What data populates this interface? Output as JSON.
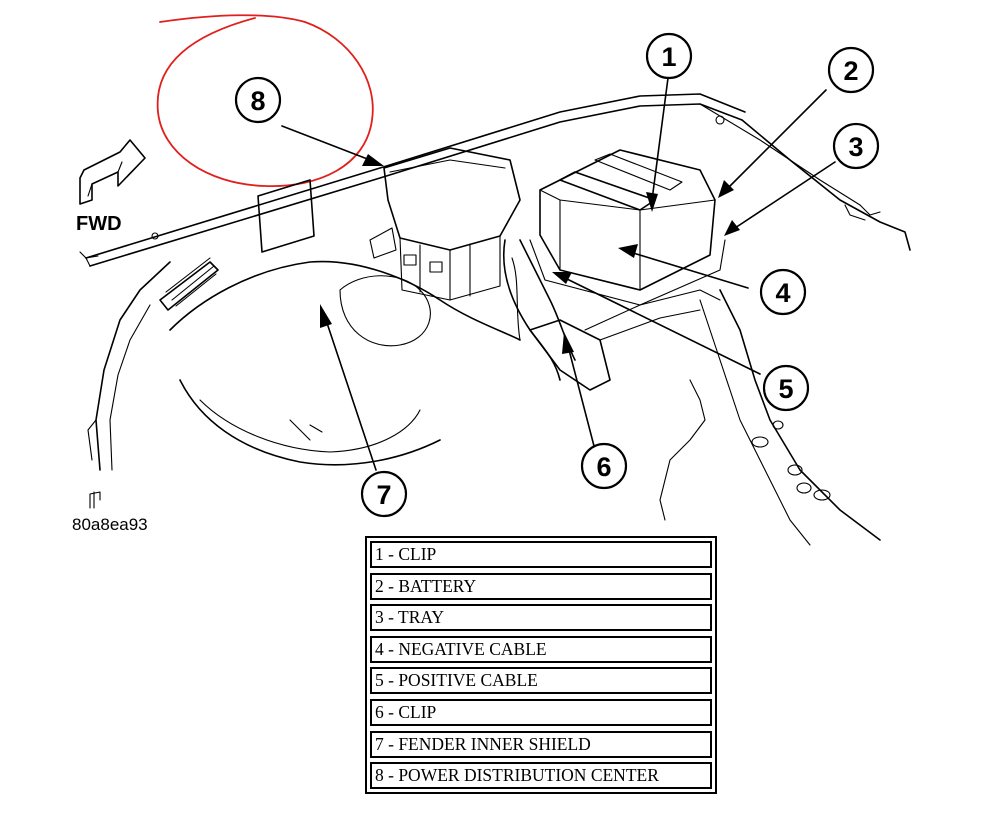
{
  "diagram": {
    "figure_id": "80a8ea93",
    "direction_label": "FWD",
    "callouts": [
      "1",
      "2",
      "3",
      "4",
      "5",
      "6",
      "7",
      "8"
    ],
    "annotation_color": "#e0201c"
  },
  "legend": {
    "rows": [
      "1 - CLIP",
      "2 - BATTERY",
      "3 - TRAY",
      "4 - NEGATIVE CABLE",
      "5 - POSITIVE CABLE",
      "6 - CLIP",
      "7 - FENDER INNER SHIELD",
      "8 - POWER DISTRIBUTION CENTER"
    ]
  }
}
